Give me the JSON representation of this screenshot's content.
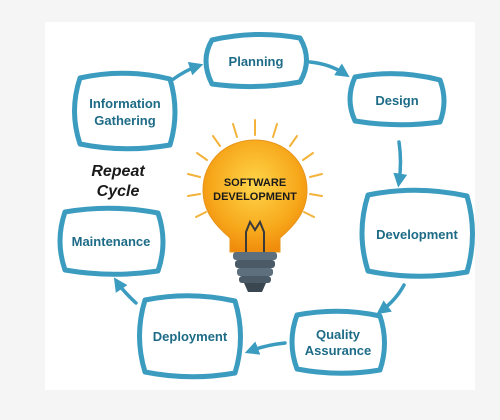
{
  "diagram": {
    "center": {
      "line1": "SOFTWARE",
      "line2": "DEVELOPMENT"
    },
    "cycle_note": {
      "line1": "Repeat",
      "line2": "Cycle"
    },
    "nodes": {
      "planning": {
        "line1": "Planning"
      },
      "design": {
        "line1": "Design"
      },
      "development": {
        "line1": "Development"
      },
      "quality": {
        "line1": "Quality",
        "line2": "Assurance"
      },
      "deployment": {
        "line1": "Deployment"
      },
      "maintenance": {
        "line1": "Maintenance"
      },
      "information": {
        "line1": "Information",
        "line2": "Gathering"
      }
    },
    "colors": {
      "outline": "#3b9cc0",
      "text": "#1d6b86",
      "bulb_glow": "#f7a81b",
      "ray": "#f3b33a"
    }
  }
}
